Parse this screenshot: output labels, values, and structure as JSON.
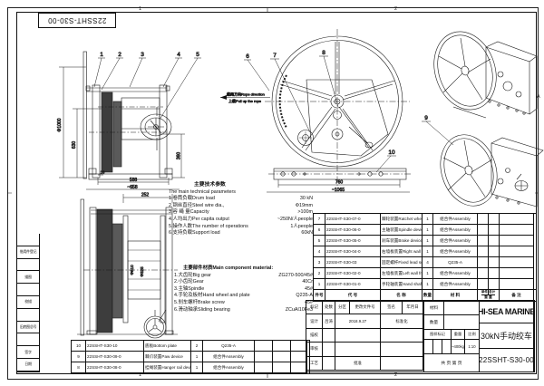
{
  "border": {
    "doc_no_top": "22SSHT-S30-00",
    "zone1": "1",
    "zone2": "2",
    "zoneA": "A"
  },
  "notes": {
    "rope_cn": "缆绳方向Rope direction",
    "rope_en": "上缆Pull up the rope"
  },
  "balloons": {
    "b1": "1",
    "b2": "2",
    "b3": "3",
    "b4": "4",
    "b5": "5",
    "b6": "6",
    "b7": "7",
    "b8": "8",
    "b9": "9",
    "b10": "10"
  },
  "dims": {
    "phi1000": "Φ1000",
    "h630": "630",
    "w16": "16",
    "w588": "588",
    "w658": "~658",
    "h360": "360",
    "w760": "760",
    "w1065": "~1065",
    "w252": "252",
    "phi610": "Φ610",
    "phi325": "Φ325"
  },
  "params": {
    "title_cn": "主要技术参数",
    "title_en": "The main technical parameters",
    "items": [
      {
        "label": "1.卷筒负载Drum load",
        "value": "30 kN"
      },
      {
        "label": "2.钢丝直径Steel wire dia.,",
        "value": "Φ19mm"
      },
      {
        "label": "3.容 绳 量Capacity",
        "value": ">100m"
      },
      {
        "label": "4.人均出力Per capita output",
        "value": "~250N/人people"
      },
      {
        "label": "5.操作人数The number of operations",
        "value": "1人people"
      },
      {
        "label": "6.支持负载Support load",
        "value": "60kN"
      }
    ]
  },
  "materials": {
    "title": "主要部件材质Main component material:",
    "items": [
      {
        "label": "1.大齿轮Big gear",
        "value": "ZG270-500/45#"
      },
      {
        "label": "2.小齿轮Gear",
        "value": "40Cr"
      },
      {
        "label": "3.主轴Spindle",
        "value": "45#"
      },
      {
        "label": "4.手轮及板材Hand wheel and plate",
        "value": "Q235-A"
      },
      {
        "label": "5.刹车螺杆Brake screw",
        "value": "45#"
      },
      {
        "label": "6.滑动轴承Sliding bearing",
        "value": "ZCuAl10Fe3"
      }
    ]
  },
  "bom_header": {
    "no": "件号",
    "code": "代  号",
    "name": "名  称",
    "qty": "数量",
    "material": "材  料",
    "unit": "单件",
    "total": "总计",
    "weight": "重 量",
    "remark": "备  注"
  },
  "bom_right": {
    "rows": [
      {
        "no": "7",
        "code": "22SSHT-S30-07-0",
        "name": "棘轮装置Ratchet wheel device",
        "qty": "1",
        "material": "组合件Assembly"
      },
      {
        "no": "6",
        "code": "22SSHT-S30-06-0",
        "name": "主轴装置Spindle device",
        "qty": "1",
        "material": "组合件Assembly"
      },
      {
        "no": "5",
        "code": "22SSHT-S30-05-0",
        "name": "刹车装置Brake device",
        "qty": "1",
        "material": "组合件Assembly"
      },
      {
        "no": "4",
        "code": "22SSHT-S30-04-0",
        "name": "右墙板装置Right wall frame device",
        "qty": "1",
        "material": "组合件Assembly"
      },
      {
        "no": "3",
        "code": "22SSHT-S30-03",
        "name": "固定螺杆Fixed lead screw",
        "qty": "4",
        "material": "Q235-A"
      },
      {
        "no": "2",
        "code": "22SSHT-S30-02-0",
        "name": "左墙板装置Left wall frame device",
        "qty": "1",
        "material": "组合件Assembly"
      },
      {
        "no": "1",
        "code": "22SSHT-S30-01-0",
        "name": "手轮轴装置Hand shaft device",
        "qty": "1",
        "material": "组合件Assembly"
      }
    ]
  },
  "bom_left": {
    "rows": [
      {
        "no": "10",
        "code": "22SSHT-S30-10",
        "name": "底板Bottom plate",
        "qty": "2",
        "material": "Q235-A"
      },
      {
        "no": "9",
        "code": "22SSHT-S30-09-0",
        "name": "棘爪装置Paw device",
        "qty": "1",
        "material": "组合件Assembly"
      },
      {
        "no": "8",
        "code": "22SSHT-S30-08-0",
        "name": "挂绳装置Hanger rail device",
        "qty": "1",
        "material": "组合件Assembly"
      }
    ]
  },
  "title_block": {
    "rev": [
      "标记",
      "处数",
      "分区",
      "更改文件号",
      "签名",
      "年月日"
    ],
    "rows": [
      {
        "label": "设计",
        "sig": "吕涛",
        "date": "2018.9.27",
        "right": "标准化"
      },
      {
        "label": "描校",
        "sig": "",
        "date": "",
        "right": ""
      },
      {
        "label": "审核",
        "sig": "",
        "date": "",
        "right": ""
      },
      {
        "label": "工艺",
        "sig": "",
        "date": "",
        "right": "批准"
      }
    ],
    "material_label": "材料",
    "quantity_label": "数量",
    "mark_label": "图样标记",
    "weight_label": "重量",
    "scale_label": "比例",
    "weight_value": "~400kg",
    "scale_value": "1:10",
    "pages_label": "共  页 第  页",
    "company": "HI-SEA MARINE",
    "product": "30kN手动绞车",
    "drawing_no": "22SSHT-S30-00"
  },
  "left_strip": {
    "items": [
      "借用件登记",
      "描图",
      "校描",
      "旧底图总号",
      "签字",
      "日期"
    ]
  }
}
